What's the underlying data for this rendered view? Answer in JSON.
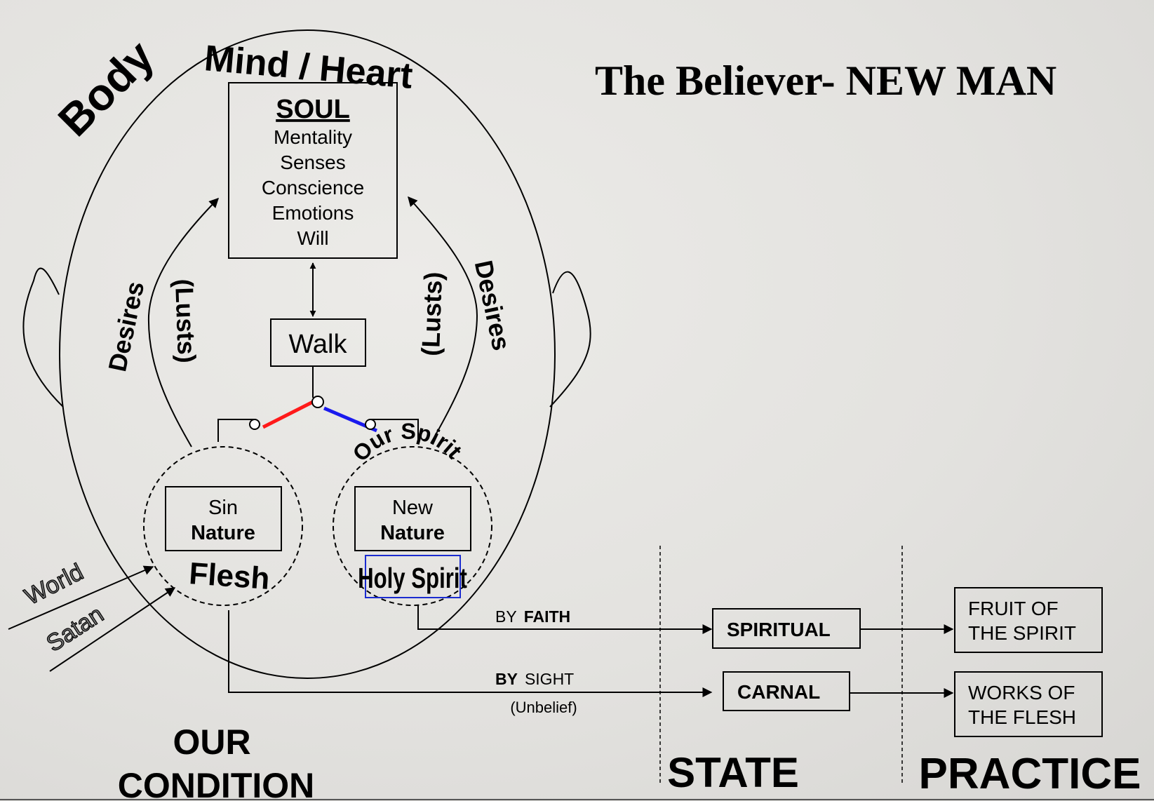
{
  "title": "The Believer- NEW MAN",
  "head": {
    "body_label": "Body",
    "mind_label": "Mind / Heart"
  },
  "soul": {
    "heading": "SOUL",
    "items": [
      "Mentality",
      "Senses",
      "Conscience",
      "Emotions",
      "Will"
    ]
  },
  "walk_label": "Walk",
  "left_side": {
    "desires": "Desires",
    "lusts": "(Lusts)"
  },
  "right_side": {
    "desires": "Desires",
    "lusts": "(Lusts)"
  },
  "sin_circle": {
    "box_line1": "Sin",
    "box_line2": "Nature",
    "under_label": "Flesh"
  },
  "spirit_circle": {
    "arc_label": "Our Spirit",
    "box_line1": "New",
    "box_line2": "Nature",
    "under_label": "Holy Spirit"
  },
  "influences": [
    "World",
    "Satan"
  ],
  "paths": {
    "faith_prefix": "BY",
    "faith_word": "FAITH",
    "sight_prefix": "BY",
    "sight_word": "SIGHT",
    "sight_note": "(Unbelief)"
  },
  "states": {
    "spiritual": "SPIRITUAL",
    "carnal": "CARNAL"
  },
  "practices": {
    "fruit_line1": "FRUIT OF",
    "fruit_line2": "THE SPIRIT",
    "works_line1": "WORKS OF",
    "works_line2": "THE FLESH"
  },
  "footer": {
    "condition_line1": "OUR",
    "condition_line2": "CONDITION",
    "state": "STATE",
    "practice": "PRACTICE"
  },
  "colors": {
    "switch_left": "#ff1a1a",
    "switch_right": "#1a1aee",
    "holy_spirit_box": "#1a2bd0"
  }
}
